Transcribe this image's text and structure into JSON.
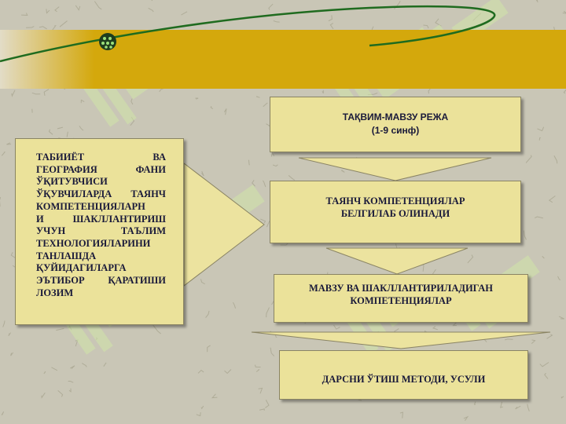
{
  "colors": {
    "background": "#c9c6b6",
    "band": "#d4a80c",
    "box_fill": "#ebe29a",
    "arrow_fill": "#ece39f",
    "orbit_line": "#1f6b1f",
    "text": "#1a1a3a"
  },
  "decor": {
    "orb_icon": "green-dotted-sphere",
    "watermark_icon": "soft-logo-watermark"
  },
  "left_box": {
    "lines": [
      "ТАБИИЁТ ВА",
      "ГЕОГРАФИЯ ФАНИ",
      "ЎҚИТУВЧИСИ",
      "ЎҚУВЧИЛАРДА ТАЯНЧ",
      "КОМПЕТЕНЦИЯЛАРН",
      "И ШАКЛЛАНТИРИШ",
      "УЧУН ТАЪЛИМ",
      "ТЕХНОЛОГИЯЛАРИНИ",
      "ТАНЛАШДА",
      "ҚУЙИДАГИЛАРГА",
      "ЭЪТИБОР ҚАРАТИШИ",
      "ЛОЗИМ"
    ]
  },
  "flow": {
    "header_title": "ТАҚВИМ-МАВЗУ РЕЖА",
    "header_subtitle": "(1-9 синф)",
    "step2_line1": "ТАЯНЧ КОМПЕТЕНЦИЯЛАР",
    "step2_line2": "БЕЛГИЛАБ ОЛИНАДИ",
    "step3_line1": "МАВЗУ ВА ШАКЛЛАНТИРИЛАДИГАН",
    "step3_line2": "КОМПЕТЕНЦИЯЛАР",
    "step4": "ДАРСНИ ЎТИШ МЕТОДИ, УСУЛИ"
  }
}
